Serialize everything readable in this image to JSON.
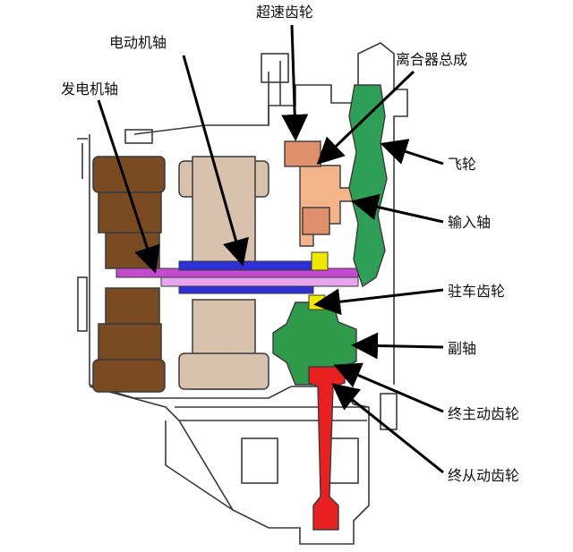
{
  "labels": {
    "overdrive_gear": "超速齿轮",
    "motor_shaft": "电动机轴",
    "generator_shaft": "发电机轴",
    "clutch_assembly": "离合器总成",
    "flywheel": "飞轮",
    "input_shaft": "输入轴",
    "parking_gear": "驻车齿轮",
    "countershaft": "副轴",
    "final_drive_gear": "终主动齿轮",
    "final_driven_gear": "终从动齿轮"
  },
  "colors": {
    "outline": "#3a3a3a",
    "generator_rotor": "#7a4a22",
    "motor_rotor": "#d9c2ad",
    "clutch_and_input": "#f3b48a",
    "overdrive_gear": "#e08f6b",
    "flywheel": "#2f9e57",
    "parking_gear": "#f0e800",
    "countershaft": "#2e9a4a",
    "motor_shaft": "#2f2fd6",
    "generator_shaft": "#c44ad0",
    "final_gear": "#e8201f",
    "arrow": "#000000"
  }
}
